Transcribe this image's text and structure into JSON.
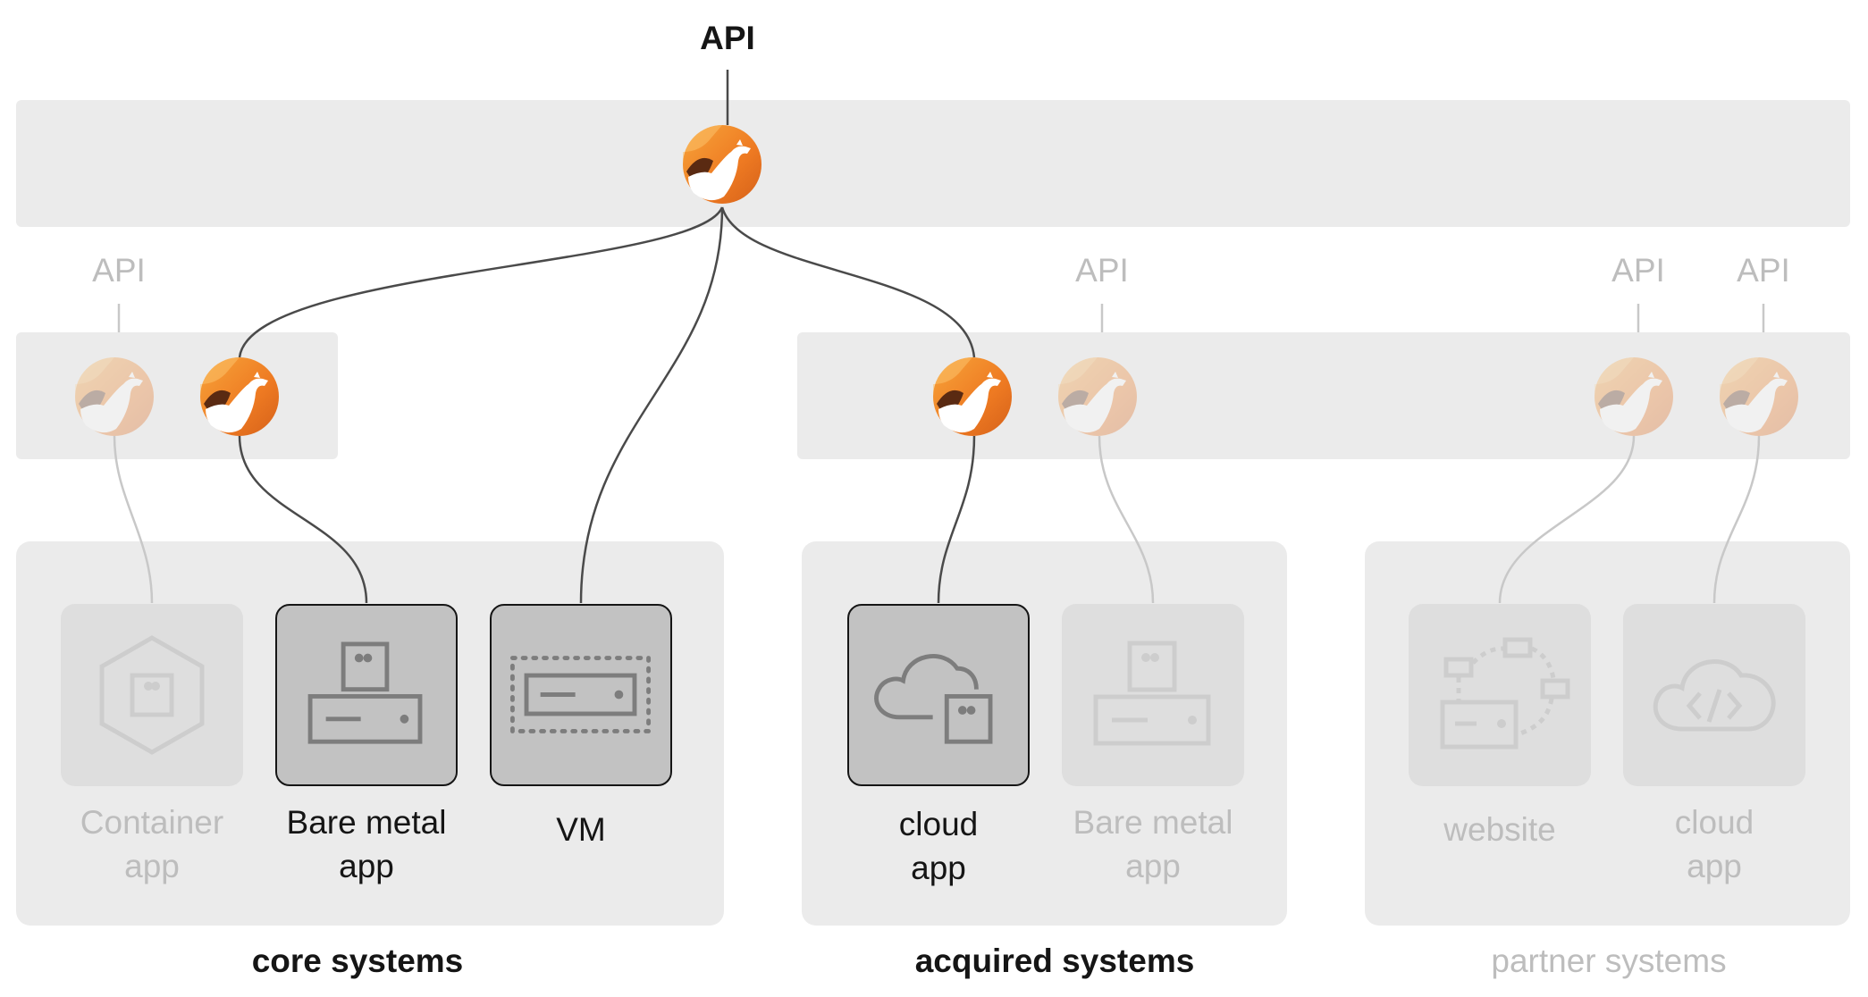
{
  "top_api": "API",
  "api_labels": [
    "API",
    "API",
    "API",
    "API"
  ],
  "groups": [
    {
      "heading": "core systems",
      "apps": [
        "Container\napp",
        "Bare metal\napp",
        "VM"
      ]
    },
    {
      "heading": "acquired systems",
      "apps": [
        "cloud\napp",
        "Bare metal\napp"
      ]
    },
    {
      "heading": "partner systems",
      "apps": [
        "website",
        "cloud\napp"
      ]
    }
  ],
  "colors": {
    "accent_orange": "#ee7a22",
    "active_tile": "#c2c2c2",
    "inactive_tile": "#dedede",
    "band": "#ebebeb",
    "text": "#151515",
    "muted_text": "#bdbdbd"
  },
  "icons": [
    "camel-integration-icon",
    "container-icon",
    "bare-metal-server-icon",
    "vm-icon",
    "cloud-server-icon",
    "website-icon",
    "cloud-code-icon"
  ]
}
